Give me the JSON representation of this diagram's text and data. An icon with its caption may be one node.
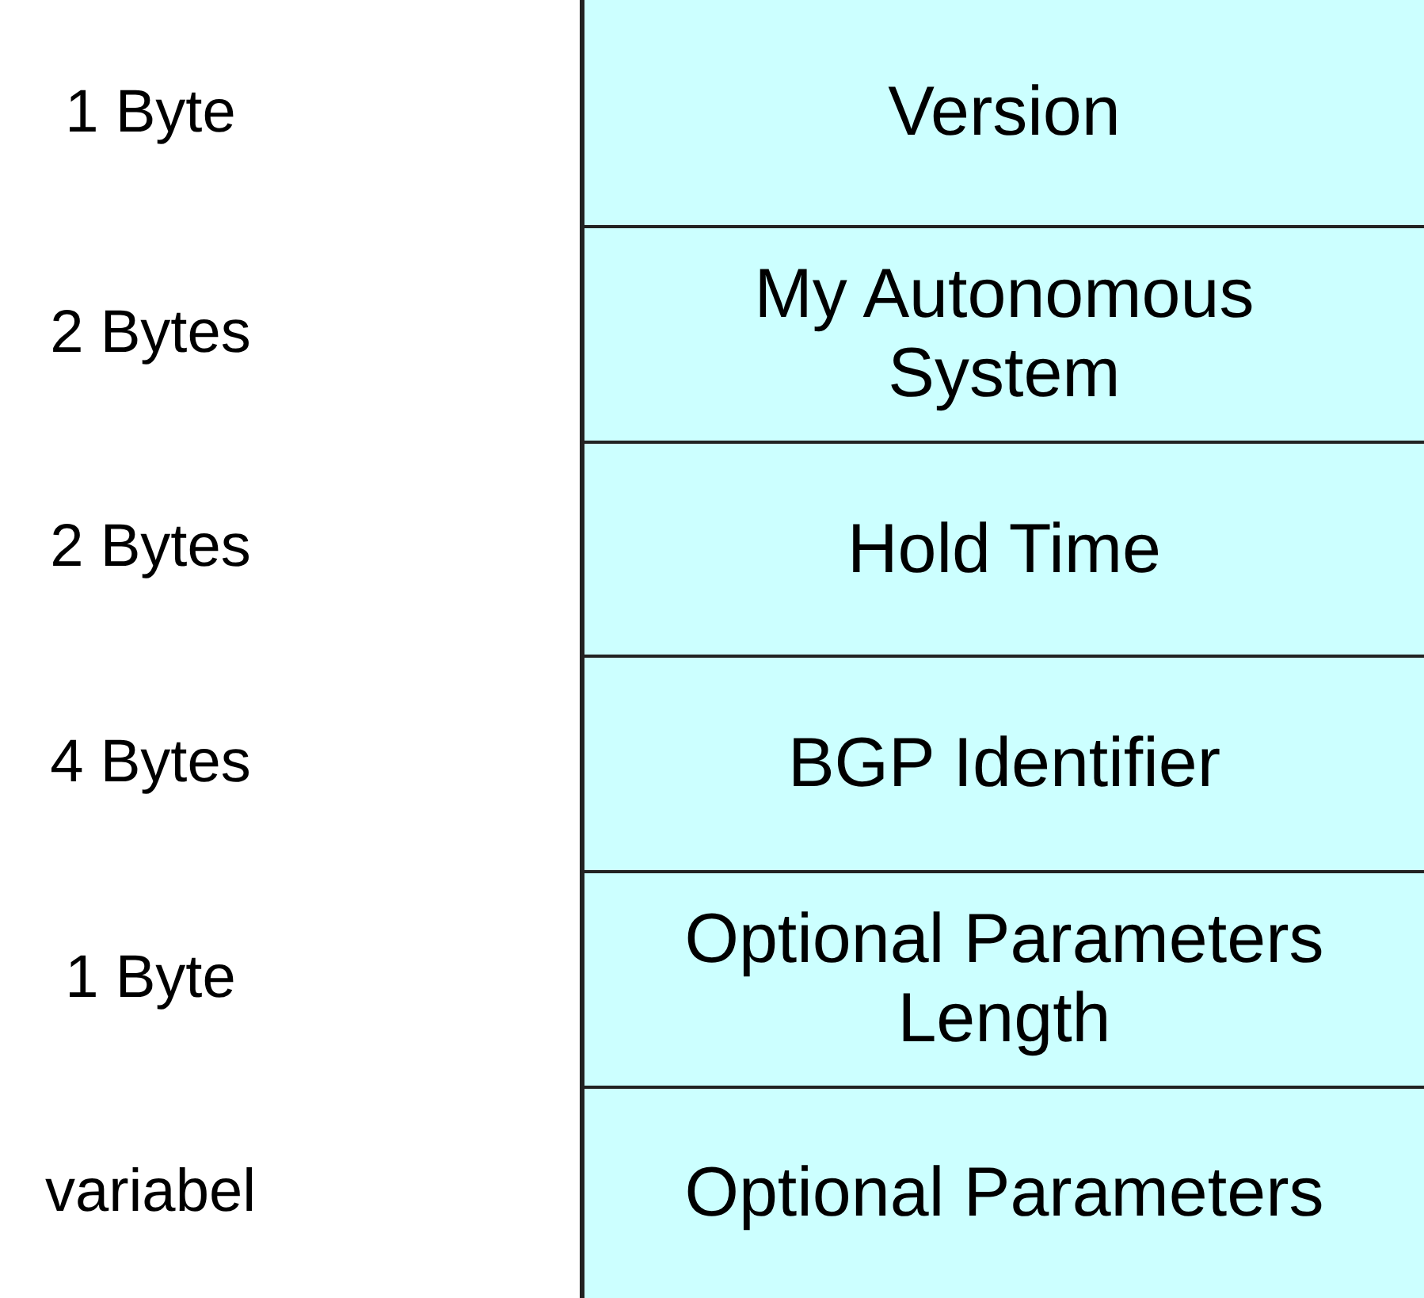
{
  "diagram": {
    "nodes": [
      {
        "text": [
          "Version"
        ]
      },
      {
        "text": [
          "My Autonomous System"
        ]
      },
      {
        "text": [
          "Hold Time"
        ]
      },
      {
        "text": [
          "BGP Identifier"
        ]
      },
      {
        "text": [
          "Optional Parameters Length"
        ]
      },
      {
        "text": [
          "Optional Parameters"
        ]
      }
    ],
    "labels": [
      "1 Byte",
      "2 Bytes",
      "2 Bytes",
      "4 Bytes",
      "1 Byte",
      "variabel"
    ]
  }
}
